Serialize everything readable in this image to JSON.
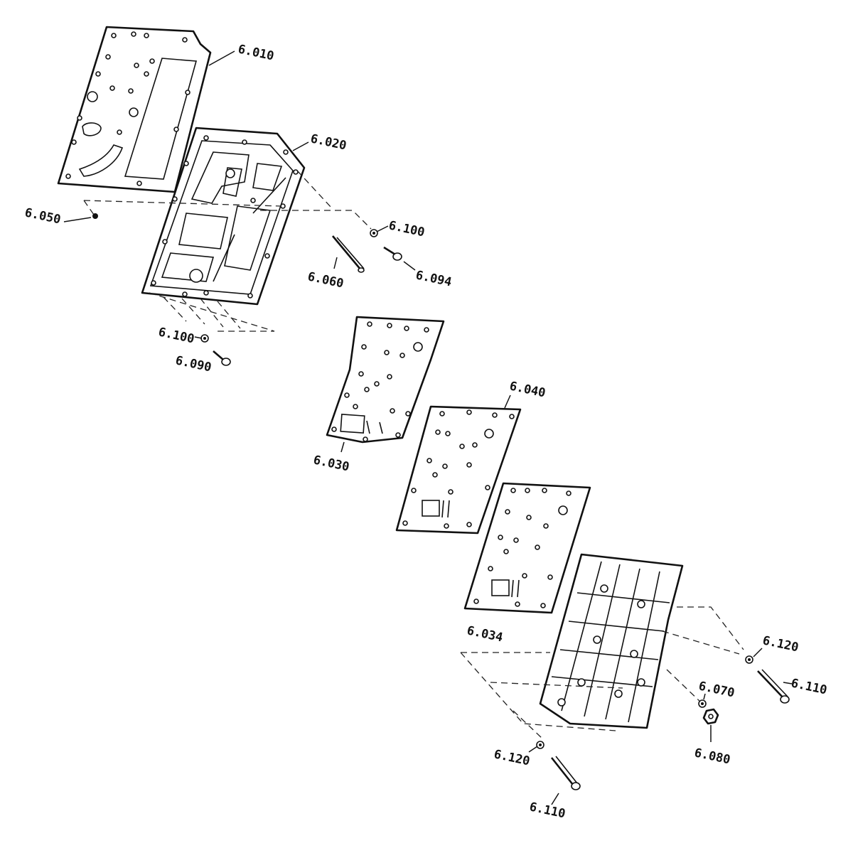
{
  "callouts": {
    "c6010": "6.010",
    "c6020": "6.020",
    "c6050": "6.050",
    "c6100a": "6.100",
    "c6060": "6.060",
    "c6094": "6.094",
    "c6100b": "6.100",
    "c6090": "6.090",
    "c6030": "6.030",
    "c6040": "6.040",
    "c6034": "6.034",
    "c6120a": "6.120",
    "c6110a": "6.110",
    "c6070": "6.070",
    "c6080": "6.080",
    "c6120b": "6.120",
    "c6110b": "6.110"
  }
}
